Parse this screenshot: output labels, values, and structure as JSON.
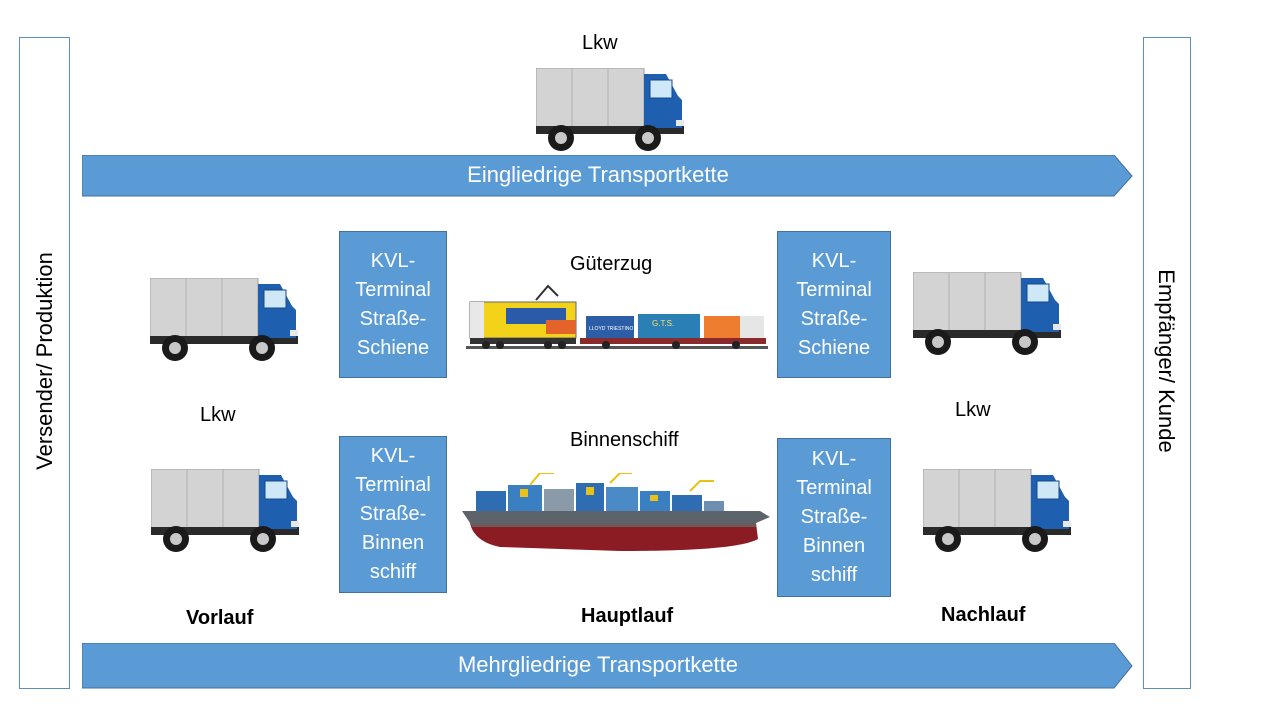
{
  "left_box": {
    "label": "Versender/ Produktion"
  },
  "right_box": {
    "label": "Empfänger/ Kunde"
  },
  "top_truck_label": "Lkw",
  "single_chain": {
    "label": "Eingliedrige Transportkette"
  },
  "multi_chain": {
    "label": "Mehrgliedrige Transportkette"
  },
  "train_label": "Güterzug",
  "ship_label": "Binnenschiff",
  "lkw_left": "Lkw",
  "lkw_right": "Lkw",
  "terminals": {
    "rail_left": [
      "KVL-",
      "Terminal",
      "Straße-",
      "Schiene"
    ],
    "rail_right": [
      "KVL-",
      "Terminal",
      "Straße-",
      "Schiene"
    ],
    "ship_left": [
      "KVL-",
      "Terminal",
      "Straße-",
      "Binnen",
      "schiff"
    ],
    "ship_right": [
      "KVL-",
      "Terminal",
      "Straße-",
      "Binnen",
      "schiff"
    ]
  },
  "phases": {
    "vorlauf": "Vorlauf",
    "hauptlauf": "Hauptlauf",
    "nachlauf": "Nachlauf"
  },
  "train_markings": {
    "loco": "",
    "container_a": "LLOYD TRIESTINO",
    "container_b": "G.T.S."
  },
  "colors": {
    "arrow": "#5b9bd5",
    "terminal": "#5b9bd5",
    "truck_cab": "#1f5fb0",
    "truck_box": "#d0d0d0",
    "hull": "#8b1c24"
  }
}
